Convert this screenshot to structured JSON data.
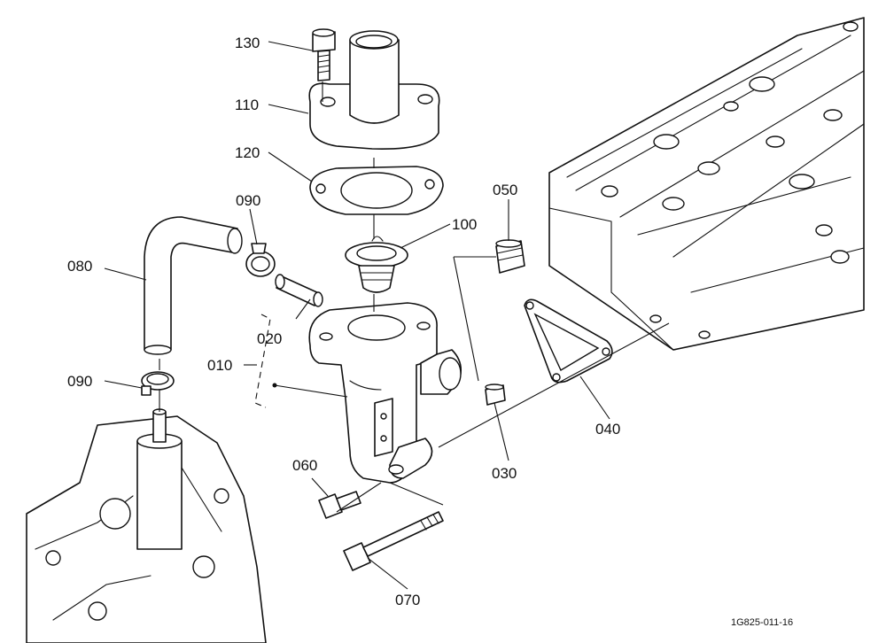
{
  "labels": {
    "p130": "130",
    "p110": "110",
    "p120": "120",
    "p090a": "090",
    "p080": "080",
    "p020": "020",
    "p100": "100",
    "p050": "050",
    "p010": "010",
    "p090b": "090",
    "p040": "040",
    "p030": "030",
    "p060": "060",
    "p070": "070"
  },
  "drawing_code": "1G825-011-16"
}
